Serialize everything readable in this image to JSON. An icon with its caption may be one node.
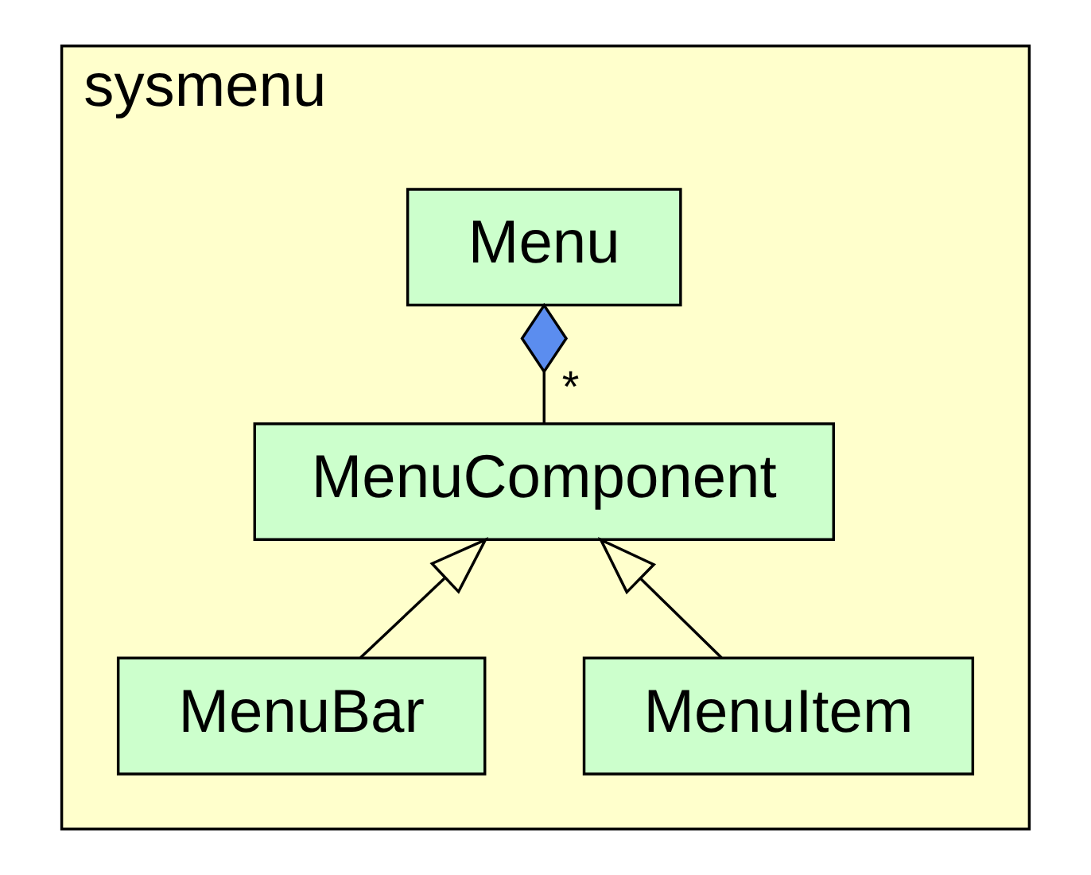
{
  "diagram": {
    "nodes": [
      {
        "text": [
          "sysmenu"
        ]
      },
      {
        "text": [
          "Menu"
        ],
        "in": 0
      },
      {
        "text": [
          "MenuComponent"
        ],
        "in": 0
      },
      {
        "text": [
          "MenuBar"
        ],
        "in": 0
      },
      {
        "text": [
          "MenuItem"
        ],
        "in": 0
      }
    ],
    "edges": [
      {
        "from": 1,
        "to": 2,
        "arrow": "other",
        "label": "*"
      },
      {
        "from": 3,
        "to": 2,
        "arrow": "to"
      },
      {
        "from": 4,
        "to": 2,
        "arrow": "to"
      }
    ]
  }
}
